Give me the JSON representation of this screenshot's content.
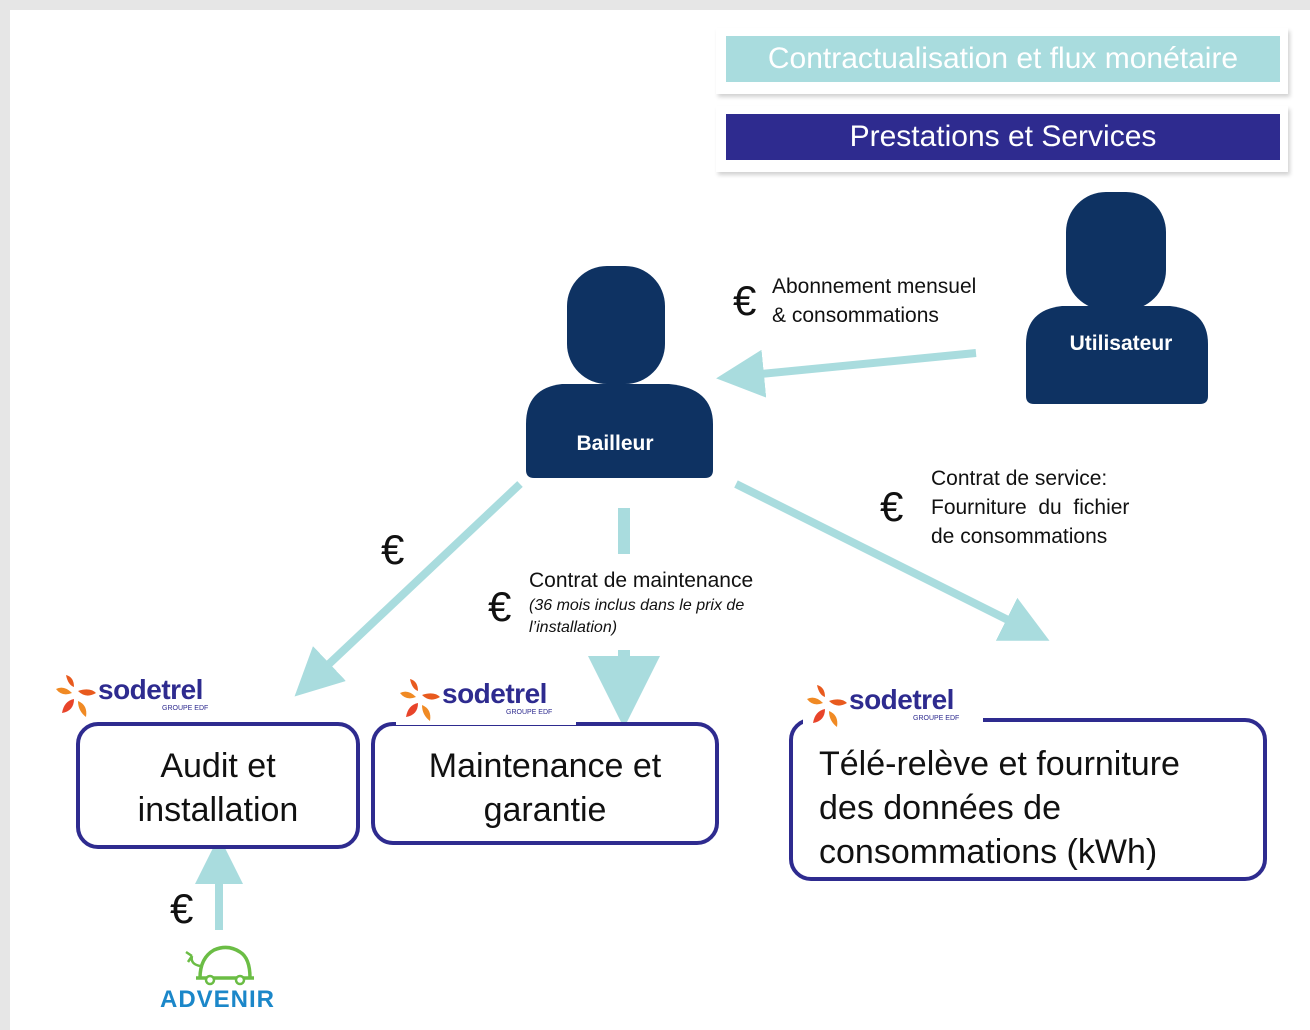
{
  "legend": {
    "money_label": "Contractualisation et flux monétaire",
    "services_label": "Prestations et Services"
  },
  "actors": {
    "bailleur": "Bailleur",
    "utilisateur": "Utilisateur"
  },
  "flows": {
    "euro_symbol": "€",
    "subscription": [
      "Abonnement mensuel",
      "& consommations"
    ],
    "service_contract": [
      "Contrat de service:",
      "Fourniture  du  fichier",
      "de consommations"
    ],
    "maintenance_contract": "Contrat de maintenance",
    "maintenance_note": [
      "(36 mois inclus dans le prix de",
      "l’installation)"
    ]
  },
  "providers": {
    "logo_word": "sodetrel",
    "logo_sub": "GROUPE EDF",
    "audit": [
      "Audit et",
      "installation"
    ],
    "maintenance": [
      "Maintenance et",
      "garantie"
    ],
    "telereleve": [
      "Télé-relève et fourniture",
      "des données de",
      "consommations (kWh)"
    ]
  },
  "funder": {
    "logo_word": "ADVENIR"
  },
  "colors": {
    "arrow": "#a9dcde",
    "person": "#0e3262",
    "box_border": "#2e2b8f",
    "legend_money": "#a9dcde",
    "legend_services": "#2e2b8f",
    "logo_orange": "#e85a1e",
    "advenir_green": "#6bbd45",
    "advenir_blue": "#1b87c9"
  }
}
